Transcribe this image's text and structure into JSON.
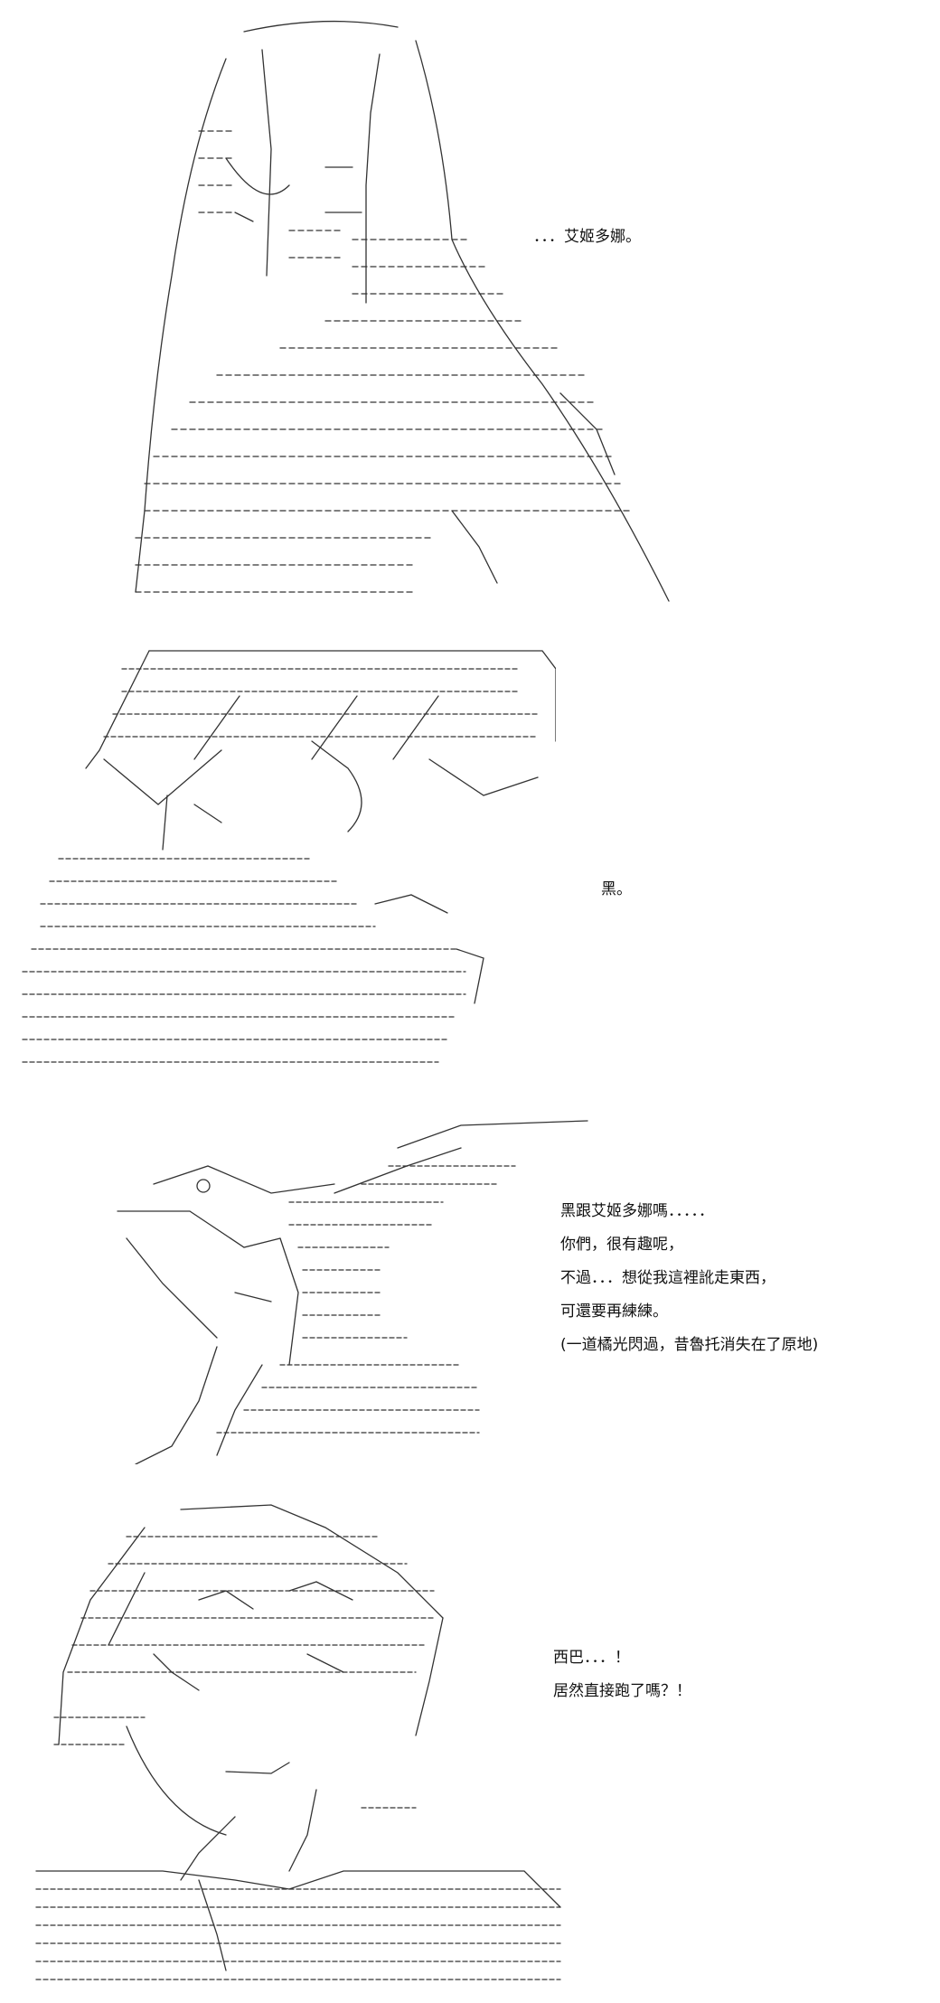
{
  "panels": [
    {
      "id": "panel-1",
      "art": "long-haired-girl-ascii-art",
      "lines": [
        "．．．艾姬多娜。"
      ]
    },
    {
      "id": "panel-2",
      "art": "shadowed-figure-ascii-art",
      "lines": [
        "黑。"
      ]
    },
    {
      "id": "panel-3",
      "art": "hand-reaching-ascii-art",
      "lines": [
        "黑跟艾姬多娜嗎．．．．．",
        "你們，很有趣呢，",
        "不過．．．想從我這裡訛走東西，",
        "可還要再練練。",
        "(一道橘光閃過，昔魯托消失在了原地)"
      ]
    },
    {
      "id": "panel-4",
      "art": "surprised-boy-ascii-art",
      "lines": [
        "西巴．．．！",
        "居然直接跑了嗎？！"
      ]
    }
  ]
}
